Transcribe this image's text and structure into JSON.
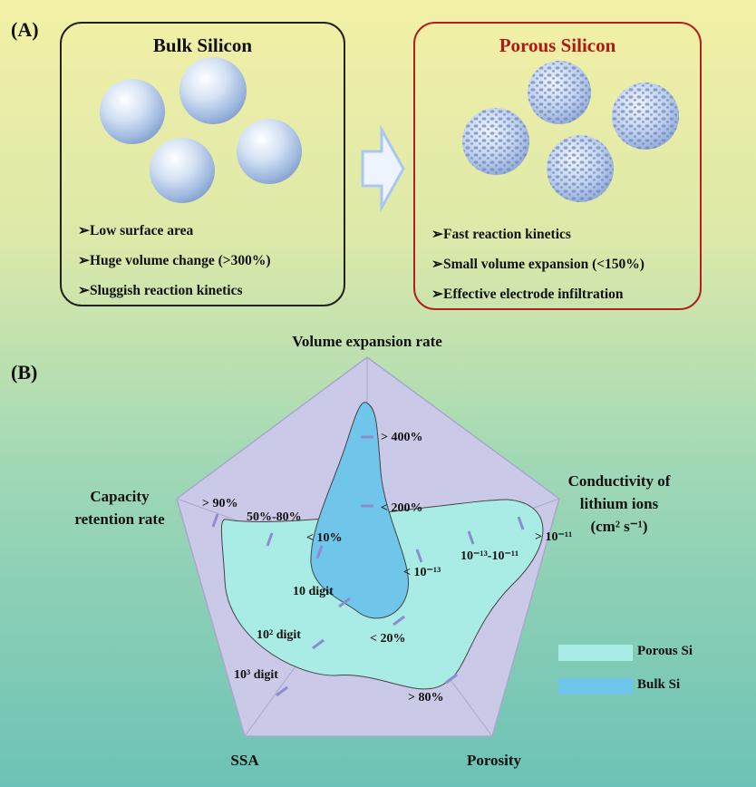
{
  "panel_a": {
    "label": "(A)",
    "bulk": {
      "title": "Bulk Silicon",
      "bullets": [
        "Low surface area",
        "Huge volume change (>300%)",
        "Sluggish reaction kinetics"
      ]
    },
    "porous": {
      "title": "Porous Silicon",
      "bullets": [
        "Fast reaction kinetics",
        "Small volume expansion (<150%)",
        "Effective electrode infiltration"
      ]
    },
    "bullet_marker": "➢"
  },
  "panel_b": {
    "label": "(B)",
    "axes": {
      "volume": "Volume expansion rate",
      "conductivity_1": "Conductivity of",
      "conductivity_2": "lithium ions",
      "conductivity_unit": "(cm² s⁻¹)",
      "porosity": "Porosity",
      "ssa": "SSA",
      "capacity_1": "Capacity",
      "capacity_2": "retention rate"
    },
    "ticks": {
      "vol_high": "> 400%",
      "vol_low": "< 200%",
      "cond_high": "> 10⁻¹¹",
      "cond_mid": "10⁻¹³-10⁻¹¹",
      "cond_low": "< 10⁻¹³",
      "por_low": "< 20%",
      "por_high": "> 80%",
      "ssa_1": "10 digit",
      "ssa_2": "10² digit",
      "ssa_3": "10³ digit",
      "cap_high": "> 90%",
      "cap_mid": "50%-80%",
      "cap_low": "< 10%"
    },
    "legend": {
      "porous": "Porous Si",
      "bulk": "Bulk Si"
    }
  },
  "colors": {
    "porous_title": "#b01818",
    "porous_border": "#b02020",
    "pentagon_fill": "#cbc9e8",
    "porous_fill": "#a9ece6",
    "bulk_fill": "#6fc6ea",
    "tick_mark": "#8c8cd0",
    "arrow": "#b8d2f4"
  }
}
